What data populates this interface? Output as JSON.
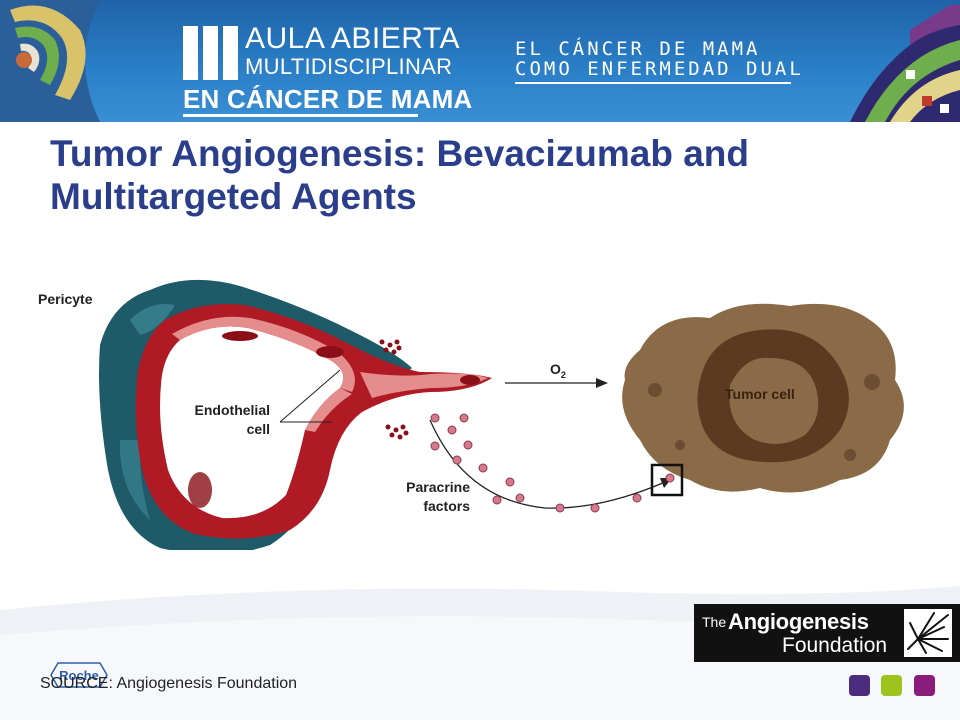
{
  "header": {
    "logo": {
      "roman_numeral": "III",
      "line1": "AULA ABIERTA",
      "line2": "MULTIDISCIPLINAR",
      "line3": "EN CÁNCER DE MAMA"
    },
    "event_title": {
      "line1": "EL CÁNCER DE MAMA",
      "line2": "COMO ENFERMEDAD DUAL"
    }
  },
  "slide": {
    "title_line1": "Tumor Angiogenesis: Bevacizumab and",
    "title_line2": "Multitargeted Agents"
  },
  "diagram": {
    "labels": {
      "pericyte": "Pericyte",
      "endothelial_line1": "Endothelial",
      "endothelial_line2": "cell",
      "paracrine_line1": "Paracrine",
      "paracrine_line2": "factors",
      "tumor": "Tumor cell",
      "oxygen": "O",
      "oxygen_sub": "2"
    },
    "colors": {
      "pericyte": "#1f5a68",
      "vessel": "#b01a24",
      "endothelium": "#e58c8c",
      "tumor": "#8b6a48",
      "nucleus": "#5a3a20",
      "factor": "#d47a8c",
      "title": "#2a3e8c"
    }
  },
  "foundation": {
    "prefix": "The",
    "name_line1": "Angiogenesis",
    "name_line2": "Foundation"
  },
  "footer": {
    "source": "SOURCE: Angiogenesis Foundation",
    "roche_logo": "Roche",
    "nav_colors": [
      "#4b2c7e",
      "#9cc31e",
      "#8a1c7c"
    ]
  }
}
